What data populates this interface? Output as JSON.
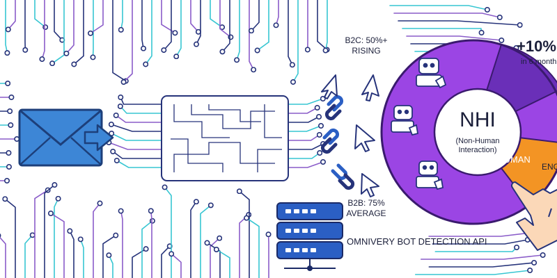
{
  "nhi_chart": {
    "title": "NHI",
    "subtitle_line1": "(Non-Human",
    "subtitle_line2": "Interaction)",
    "human_label": "HUMAN",
    "growth_value": "+10%",
    "growth_period": "in 6 month",
    "engagement_fragment": "ENG"
  },
  "b2c_annotation": {
    "line1": "B2C: 50%+",
    "line2": "RISING"
  },
  "b2b_annotation": {
    "line1": "B2B: 75%",
    "line2": "AVERAGE"
  },
  "api_label": "OMNIVERY BOT DETECTION API",
  "chart_data": {
    "type": "pie",
    "title": "NHI",
    "slices": [
      {
        "name": "NHI",
        "share": "majority",
        "color": "#9b45e4"
      },
      {
        "name": "HUMAN",
        "share": "minority",
        "color": "#f39424"
      }
    ]
  },
  "colors": {
    "circuit_teal": "#37c6d2",
    "circuit_purple": "#8a5cc9",
    "circuit_navy": "#26337a",
    "envelope_blue": "#3d86d6",
    "nhi_purple": "#9b45e4",
    "nhi_dark_purple": "#6a2fb8",
    "human_orange": "#f39424",
    "server_blue": "#2b5fc4"
  },
  "icons": [
    "envelope-icon",
    "arrow-right-icon",
    "processor-chip",
    "link-chain-icon",
    "cursor-arrow-icon",
    "robot-hand-icon",
    "server-stack-icon",
    "pointing-hand-icon"
  ]
}
